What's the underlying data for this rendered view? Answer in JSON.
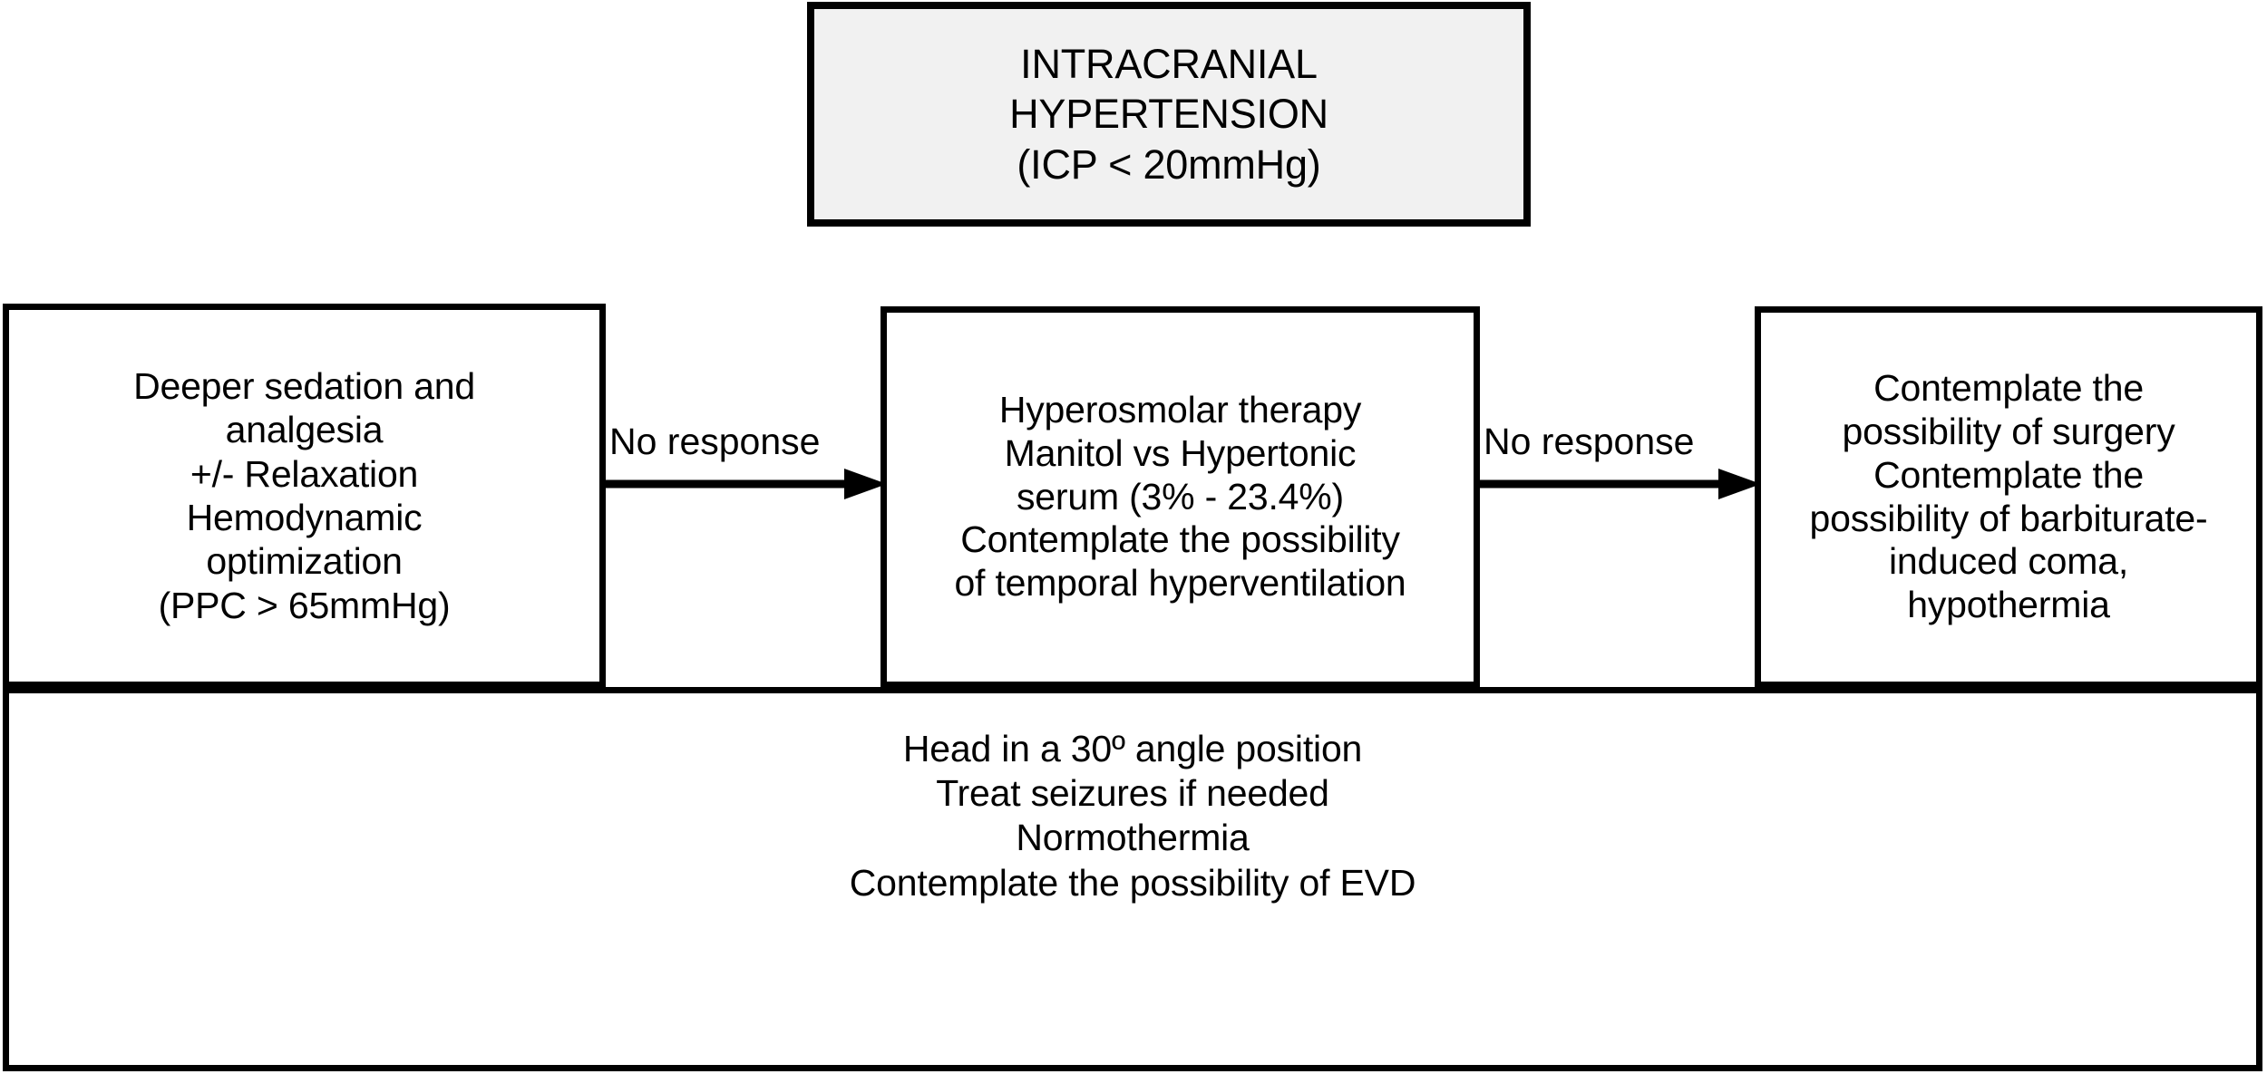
{
  "diagram": {
    "title": "INTRACRANIAL HYPERTENSION (ICP < 20mmHg) management algorithm",
    "header": {
      "label": "INTRACRANIAL\nHYPERTENSION\n(ICP < 20mmHg)",
      "fill_color": "#f1f1f1",
      "border_color": "#000000"
    },
    "steps": [
      {
        "id": "first-tier",
        "label": "Deeper sedation and\nanalgesia\n+/- Relaxation\nHemodynamic\noptimization\n(PPC > 65mmHg)",
        "fill_color": "#ffffff"
      },
      {
        "id": "second-tier",
        "label": "Hyperosmolar therapy\nManitol vs Hypertonic\nserum (3% - 23.4%)\nContemplate the possibility\nof temporal hyperventilation",
        "fill_color": "#ffffff"
      },
      {
        "id": "third-tier",
        "label": "Contemplate the\npossibility of surgery\nContemplate the\npossibility of barbiturate-\ninduced coma,\nhypothermia",
        "fill_color": "#ffffff"
      }
    ],
    "connectors": [
      {
        "id": "first-to-second",
        "label": "No response",
        "direction": "right"
      },
      {
        "id": "second-to-third",
        "label": "No response",
        "direction": "right"
      }
    ],
    "general_measures": {
      "label": "Head in a 30º angle position\nTreat seizures if needed\nNormothermia\nContemplate the possibility of EVD",
      "fill_color": "#ffffff"
    }
  }
}
